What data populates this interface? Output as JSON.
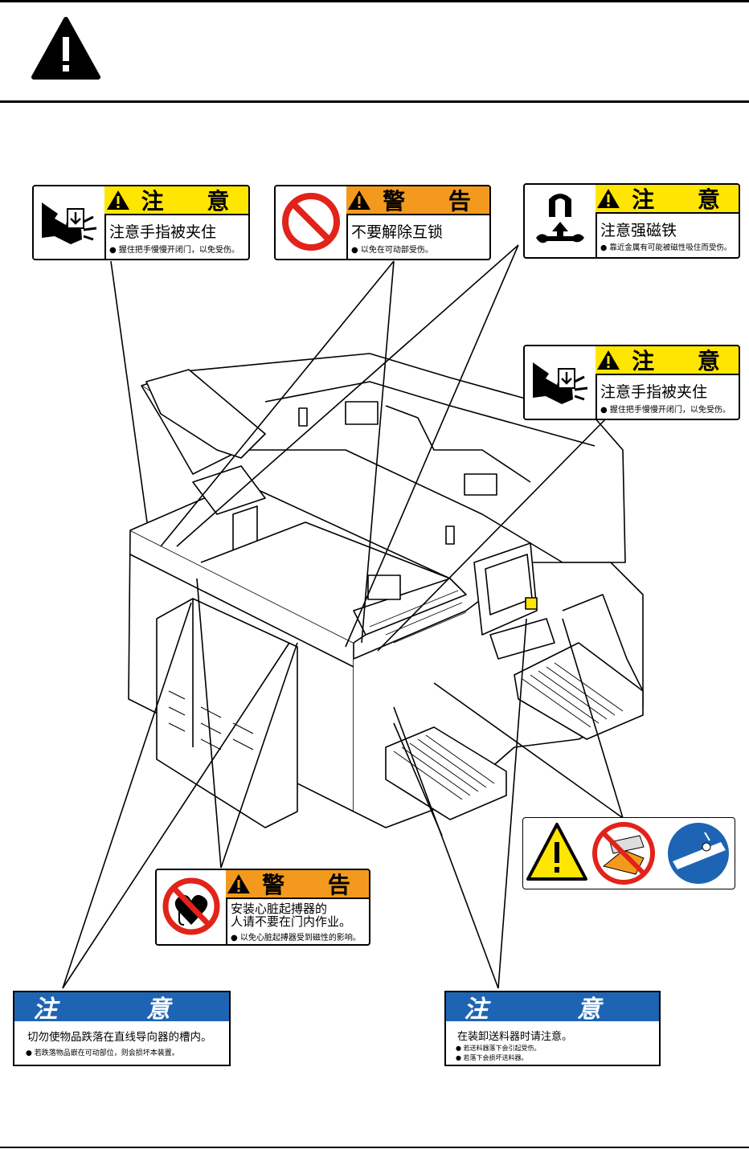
{
  "labels": {
    "finger_top": {
      "header": "注 意",
      "message": "注意手指被夹住",
      "note": "握住把手慢慢开闭门，以免受伤。"
    },
    "interlock": {
      "header": "警 告",
      "message": "不要解除互锁",
      "note": "以免在可动部受伤。"
    },
    "magnet": {
      "header": "注 意",
      "message": "注意强磁铁",
      "note": "靠近金属有可能被磁性吸住而受伤。"
    },
    "finger_right": {
      "header": "注 意",
      "message": "注意手指被夹住",
      "note": "握住把手慢慢开闭门，以免受伤。"
    },
    "pacemaker": {
      "header": "警 告",
      "message_line1": "安装心脏起搏器的",
      "message_line2": "人请不要在门内作业。",
      "note": "以免心脏起搏器受到磁性的影响。"
    },
    "guide": {
      "header": "注 意",
      "message": "切勿使物品跌落在直线导向器的槽内。",
      "note": "若跌落物品嵌在可动部位，则会损坏本装置。"
    },
    "feeder": {
      "header": "注 意",
      "message": "在装卸送料器时请注意。",
      "note1": "若送料器落下会引起受伤。",
      "note2": "若落下会损坏送料器。"
    }
  },
  "icons": [
    "warning-triangle-icon",
    "hand-pinch-icon",
    "prohibited-icon",
    "magnet-icon",
    "pacemaker-prohibited-icon"
  ],
  "colors": {
    "yellow": "#ffe600",
    "orange": "#f39a1e",
    "blue": "#1e64b4",
    "red": "#e2231a"
  }
}
